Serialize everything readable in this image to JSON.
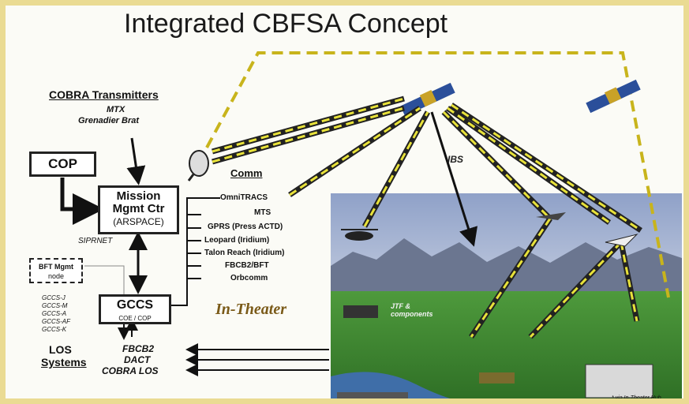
{
  "title": "Integrated CBFSA Concept",
  "cobra": {
    "heading": "COBRA Transmitters",
    "line1": "MTX",
    "line2": "Grenadier Brat"
  },
  "cop_label": "COP",
  "mission": {
    "line1": "Mission",
    "line2": "Mgmt Ctr",
    "line3": "(ARSPACE)"
  },
  "comm_label": "Comm",
  "ibs_label": "IBS",
  "siprnet_label": "SIPRNET",
  "bft_box": {
    "line1": "BFT Mgmt",
    "line2": "node"
  },
  "gccs": {
    "title": "GCCS",
    "subtitle": "COE / COP",
    "variants": [
      "GCCS-J",
      "GCCS-M",
      "GCCS-A",
      "GCCS-AF",
      "GCCS-K"
    ]
  },
  "comm_links": [
    "OmniTRACS",
    "MTS",
    "GPRS (Press ACTD)",
    "Leopard (Iridium)",
    "Talon Reach (Iridium)",
    "FBCB2/BFT",
    "Orbcomm"
  ],
  "in_theater_label": "In-Theater",
  "jtf_label": "JTF &\ncomponents",
  "los": {
    "line1": "LOS",
    "line2": "Systems",
    "links": [
      "FBCB2",
      "DACT",
      "COBRA LOS"
    ]
  },
  "footnote": "* via In-Theater Hub",
  "colors": {
    "frame": "#eadb93",
    "link_bolt": "#e8e23a",
    "dashed_path": "#c8b41c",
    "sky": "#a9b9d6",
    "ground": "#3f8a34"
  }
}
